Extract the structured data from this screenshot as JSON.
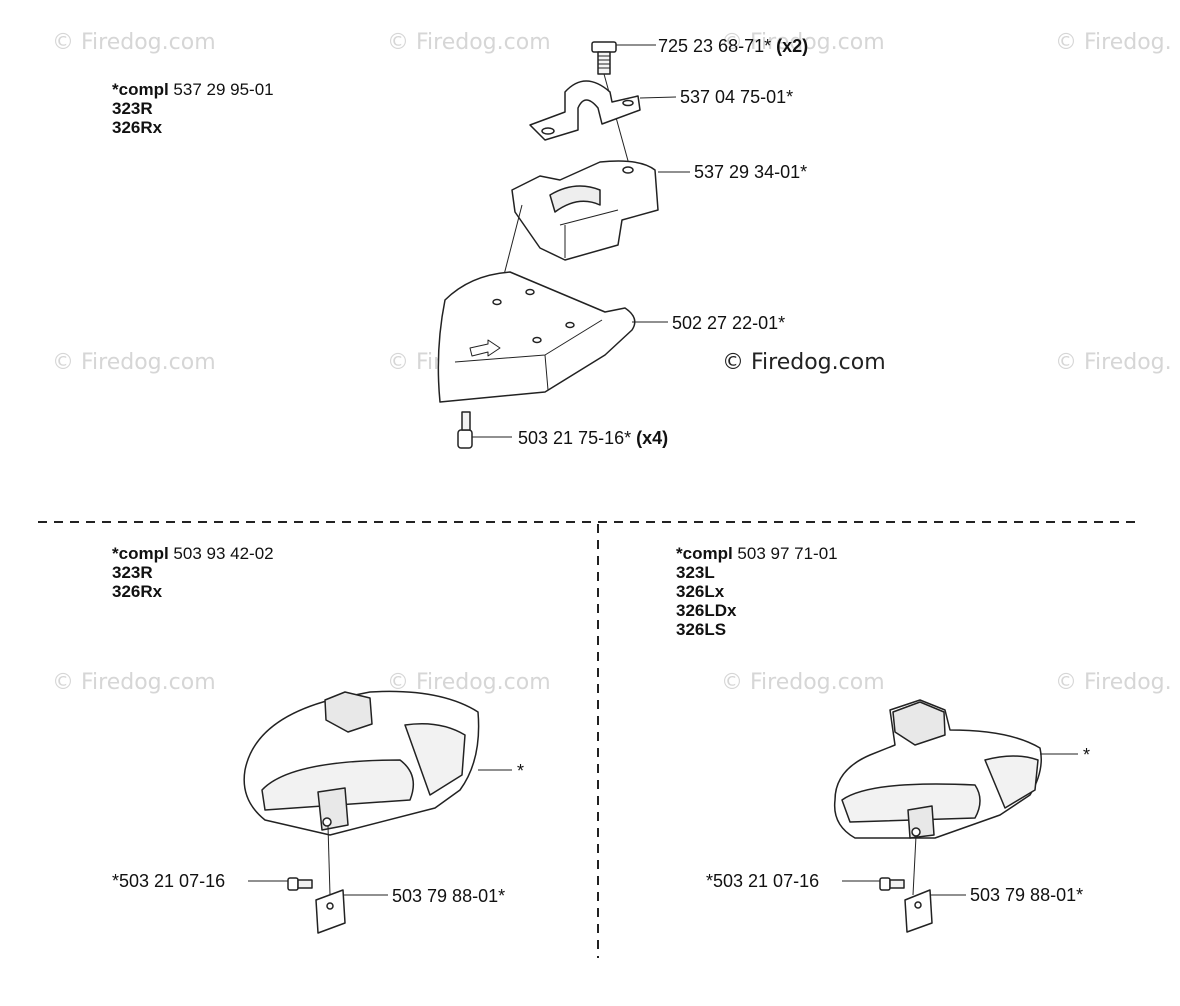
{
  "watermarks": {
    "text": "© Firedog.com",
    "text_cut": "© Firedog."
  },
  "section_top": {
    "compl_prefix": "*compl",
    "compl_number": "537 29 95-01",
    "models": [
      "323R",
      "326Rx"
    ],
    "callouts": {
      "bolt": "725 23 68-71*",
      "bolt_qty": "(x2)",
      "clamp": "537 04 75-01*",
      "bracket": "537 29 34-01*",
      "guard": "502 27 22-01*",
      "screw": "503 21 75-16*",
      "screw_qty": "(x4)"
    }
  },
  "section_left": {
    "compl_prefix": "*compl",
    "compl_number": "503 93 42-02",
    "models": [
      "323R",
      "326Rx"
    ],
    "callouts": {
      "guard": "*",
      "screw": "*503 21 07-16",
      "plate": "503 79 88-01*"
    }
  },
  "section_right": {
    "compl_prefix": "*compl",
    "compl_number": "503 97 71-01",
    "models": [
      "323L",
      "326Lx",
      "326LDx",
      "326LS"
    ],
    "callouts": {
      "guard": "*",
      "screw": "*503 21 07-16",
      "plate": "503 79 88-01*"
    }
  }
}
